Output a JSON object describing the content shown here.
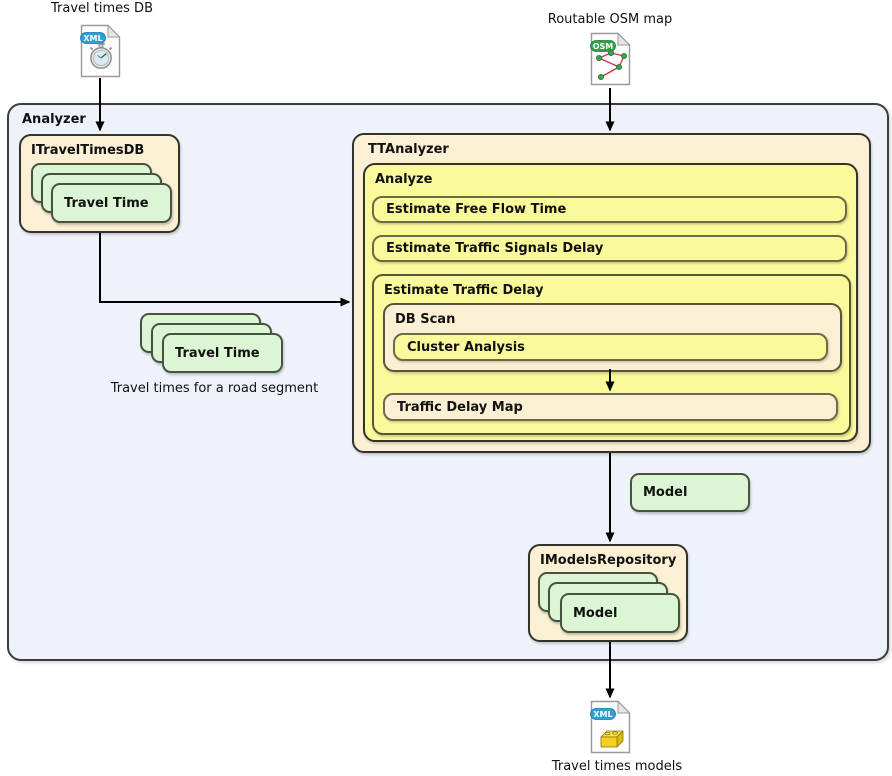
{
  "captions": {
    "travel_times_db": "Travel times DB",
    "routable_osm_map": "Routable OSM map",
    "travel_times_models": "Travel times models",
    "road_segment_note": "Travel times for a road segment"
  },
  "badges": {
    "xml": "XML",
    "osm": "OSM"
  },
  "analyzer": {
    "label": "Analyzer"
  },
  "itraveltimesdb": {
    "label": "ITravelTimesDB",
    "item_label": "Travel Time"
  },
  "ttanalyzer": {
    "label": "TTAnalyzer",
    "analyze": {
      "label": "Analyze",
      "step_free_flow": "Estimate Free Flow Time",
      "step_signals": "Estimate Traffic Signals Delay",
      "estimate_traffic_delay": {
        "label": "Estimate Traffic Delay",
        "db_scan": {
          "label": "DB Scan",
          "cluster_analysis": "Cluster Analysis"
        },
        "traffic_delay_map": "Traffic Delay Map"
      }
    }
  },
  "travel_time_stack": {
    "label": "Travel Time"
  },
  "model_box": {
    "label": "Model"
  },
  "models_repository": {
    "label": "IModelsRepository",
    "item_label": "Model"
  },
  "icons": {
    "top_left": "xml-file-with-stopwatch",
    "top_right": "osm-file-with-graph",
    "bottom": "xml-file-with-brick"
  },
  "colors": {
    "analyzer_bg": "#edf2fb",
    "cream_bg": "#fbf0d3",
    "yellow_bg": "#fafa9b",
    "green_bg": "#dcf5d5",
    "dark_border": "#33332b",
    "olive_border": "#6b6b47",
    "green_border": "#47523f",
    "xml_badge": "#2aa0d8",
    "osm_badge": "#2fa34c",
    "arrow": "#000000"
  }
}
